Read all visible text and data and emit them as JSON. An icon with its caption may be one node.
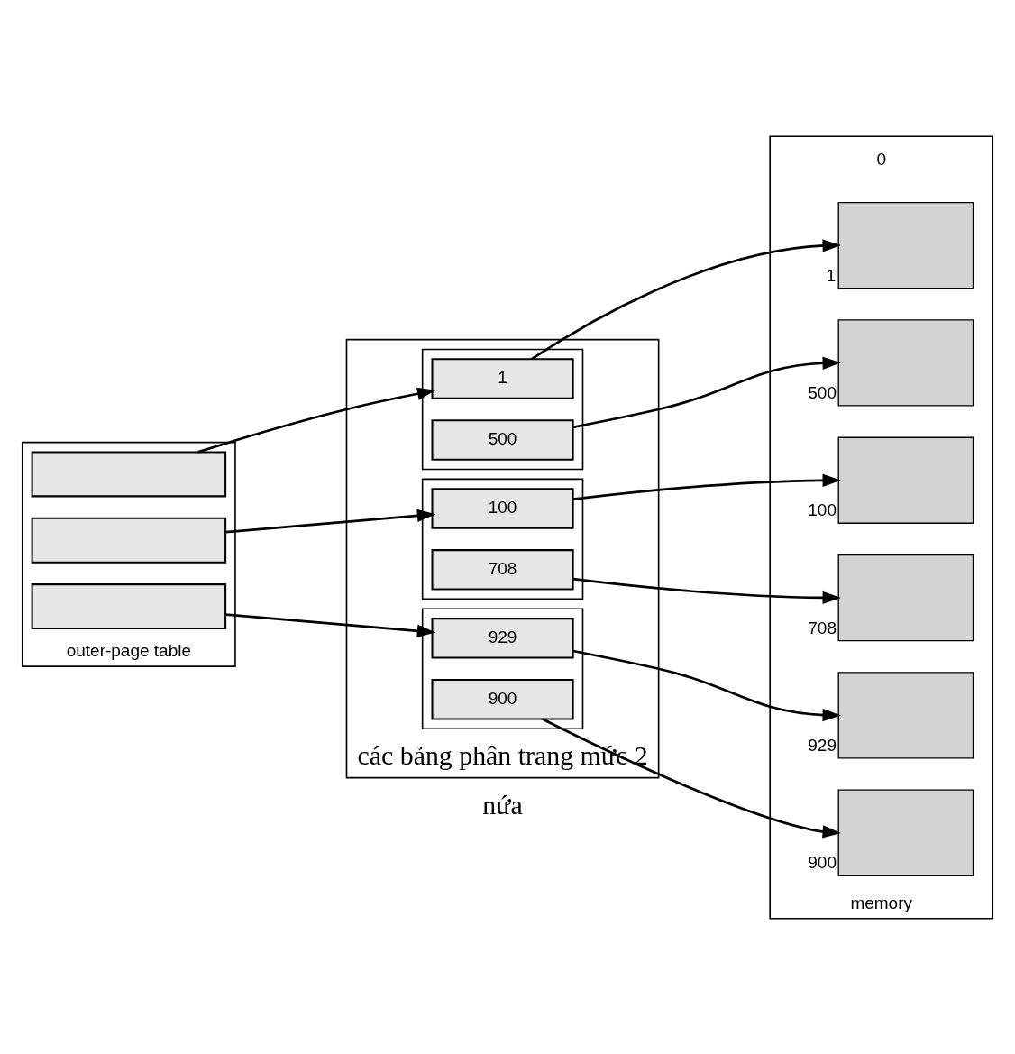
{
  "diagram": {
    "nodes": [
      {
        "text": [
          "outer-page table"
        ]
      },
      {
        "text": [],
        "shape": "box",
        "in": 0
      },
      {
        "text": [],
        "shape": "box",
        "in": 0
      },
      {
        "text": [],
        "shape": "box",
        "in": 0
      },
      {
        "text": [
          "các bảng phân trang mức 2"
        ]
      },
      {
        "text": [],
        "shape": "box",
        "in": 4
      },
      {
        "text": [
          "1"
        ],
        "in": 5
      },
      {
        "text": [
          "500"
        ],
        "in": 5
      },
      {
        "text": [],
        "shape": "box",
        "in": 4
      },
      {
        "text": [
          "100"
        ],
        "in": 8
      },
      {
        "text": [
          "708"
        ],
        "in": 8
      },
      {
        "text": [],
        "shape": "box",
        "in": 4
      },
      {
        "text": [
          "929"
        ],
        "in": 11
      },
      {
        "text": [
          "900"
        ],
        "in": 11
      },
      {
        "text": [
          "memory"
        ]
      },
      {
        "text": [],
        "shape": "box",
        "in": 14,
        "beside": [
          "1"
        ]
      },
      {
        "text": [],
        "shape": "box",
        "in": 14,
        "beside": [
          "100"
        ]
      },
      {
        "text": [],
        "shape": "box",
        "in": 14,
        "beside": [
          "500"
        ]
      },
      {
        "text": [],
        "shape": "box",
        "in": 14,
        "beside": [
          "708"
        ]
      },
      {
        "text": [],
        "shape": "box",
        "in": 14,
        "beside": [
          "900"
        ]
      },
      {
        "text": [],
        "shape": "box",
        "in": 14,
        "beside": [
          "929"
        ]
      }
    ],
    "edges": [
      {
        "from": 1,
        "to": 6,
        "arrow": "to"
      },
      {
        "from": 2,
        "to": 9,
        "arrow": "to"
      },
      {
        "from": 3,
        "to": 12,
        "arrow": "to"
      },
      {
        "from": 6,
        "to": 15,
        "arrow": "to"
      },
      {
        "from": 7,
        "to": 17,
        "arrow": "to"
      },
      {
        "from": 9,
        "to": 16,
        "arrow": "to"
      },
      {
        "from": 10,
        "to": 18,
        "arrow": "to"
      },
      {
        "from": 12,
        "to": 20,
        "arrow": "to"
      },
      {
        "from": 13,
        "to": 19,
        "arrow": "to"
      }
    ],
    "labels": [
      "0",
      "nứa"
    ]
  }
}
